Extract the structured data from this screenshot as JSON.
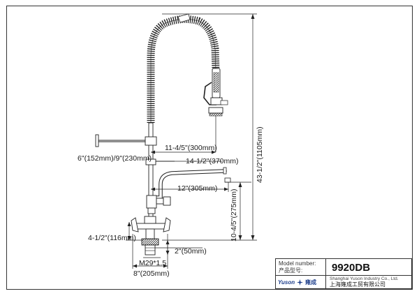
{
  "dimensions": {
    "total_height": "43-1/2\"(1105mm)",
    "spout_reach": "12\"(305mm)",
    "shelf_bracket": "6\"(152mm)/9\"(230mm)",
    "spray_offset": "11-4/5\"(300mm)",
    "spout_length": "14-1/2\"(370mm)",
    "spout_height": "10-4/5\"(275mm)",
    "center_height": "4-1/2\"(116mm)",
    "shank_length": "2\"(50mm)",
    "thread": "M29*1.5",
    "center_spacing": "8\"(205mm)"
  },
  "titleblock": {
    "model_label_en": "Model number:",
    "model_label_cn": "产品型号:",
    "model_number": "9920DB",
    "brand_en": "Yuson",
    "brand_cn": "雍成",
    "company_en": "Shanghai Yuson Industry Co., Ltd.",
    "company_cn": "上海雍成工贸有限公司"
  }
}
